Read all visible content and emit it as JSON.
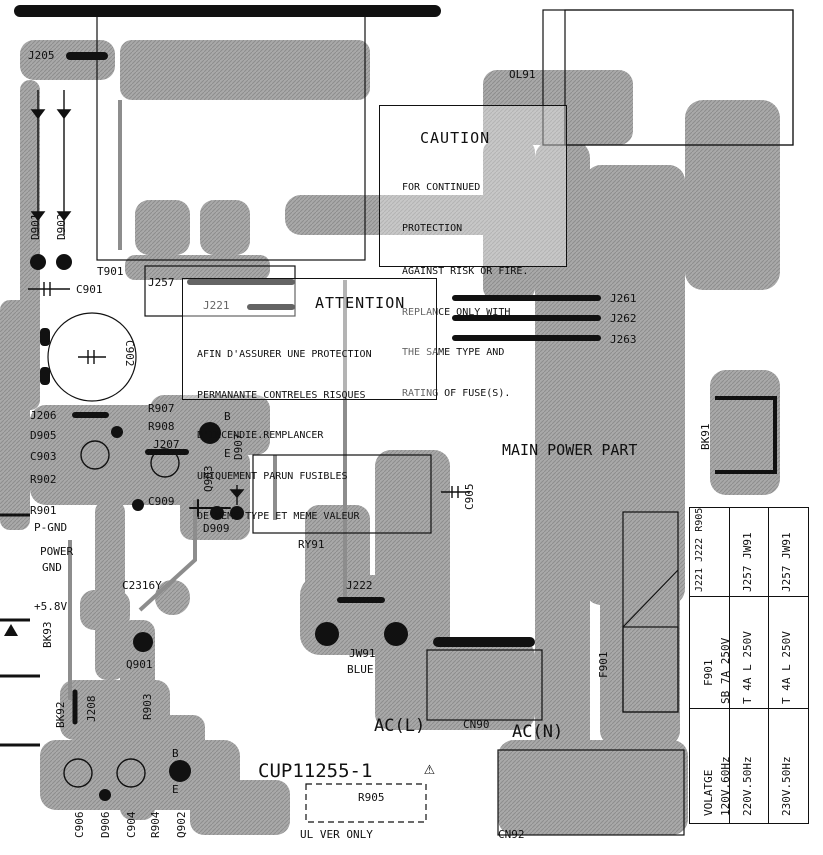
{
  "caution": {
    "title": "CAUTION",
    "lines": [
      "FOR CONTINUED",
      "PROTECTION",
      "AGAINST RISK OR FIRE.",
      "REPLANCE ONLY WITH",
      "THE SAME TYPE AND",
      "RATING OF FUSE(S)."
    ]
  },
  "attention": {
    "title": "ATTENTION",
    "lines": [
      "AFIN D'ASSURER UNE PROTECTION",
      "PERMANANTE CONTRELES RISQUES",
      "D'INCENDIE.REMPLANCER",
      "UNIQUEMENT PARUN FUSIBLES",
      "DE MEME TYPE ET MEME VALEUR"
    ]
  },
  "labels": {
    "j205": "J205",
    "d901": "D901",
    "d902": "D902",
    "t901": "T901",
    "c901": "C901",
    "c902": "C902",
    "j257": "J257",
    "j221": "J221",
    "ol91": "OL91",
    "j261": "J261",
    "j262": "J262",
    "j263": "J263",
    "j206": "J206",
    "d905": "D905",
    "c903": "C903",
    "r902": "R902",
    "r901": "R901",
    "r907": "R907",
    "r908": "R908",
    "j207": "J207",
    "c909": "C909",
    "q903": "Q903",
    "d907": "D907",
    "d909": "D909",
    "b": "B",
    "e": "E",
    "ry91": "RY91",
    "c905": "C905",
    "main_power": "MAIN POWER PART",
    "bk91": "BK91",
    "p_gnd": "P-GND",
    "power": "POWER",
    "gnd": "GND",
    "c2316y": "C2316Y",
    "v58": "+5.8V",
    "bk93": "BK93",
    "q901": "Q901",
    "j222": "J222",
    "jw91": "JW91",
    "blue": "BLUE",
    "f901_label": "F901",
    "bk92": "BK92",
    "j208": "J208",
    "r903": "R903",
    "acl": "AC(L)",
    "cn90": "CN90",
    "acn": "AC(N)",
    "cup": "CUP11255-1",
    "r905": "R905",
    "ul": "UL VER ONLY",
    "cn92": "CN92",
    "c906": "C906",
    "d906": "D906",
    "c904": "C904",
    "r904": "R904",
    "q902": "Q902",
    "b2": "B",
    "e2": "E"
  },
  "fuse_table": {
    "col_voltage": [
      "VOLATGE",
      "120V.60Hz",
      "220V.50Hz",
      "230V.50Hz"
    ],
    "col_f901": [
      "F901",
      "SB 7A 250V",
      "T 4A L 250V",
      "T 4A L 250V"
    ],
    "col_jumper": [
      "J221 J222 R905",
      "J257 JW91",
      "J257 JW91"
    ]
  },
  "colors": {
    "copper": "#9a9a9a",
    "ink": "#111111",
    "paper": "#ffffff"
  }
}
